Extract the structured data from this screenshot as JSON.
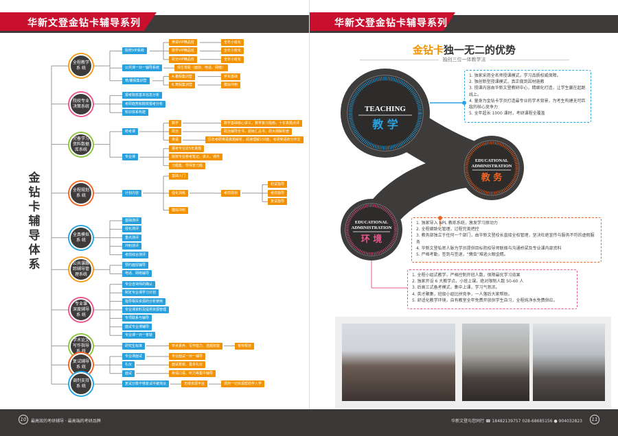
{
  "header": {
    "left_title": "华新文登金钻卡辅导系列",
    "right_title": "华新文登金钻卡辅导系列"
  },
  "left": {
    "vertical_title": "金钻卡辅导体系",
    "systems": [
      {
        "name": "全程教学\n系 统",
        "ring": "#f39c1f",
        "branches": [
          {
            "label": "院校VIP系统",
            "children": [
              {
                "label": "英语VIP精品班",
                "children": [
                  {
                    "label": "全年小班化"
                  }
                ]
              },
              {
                "label": "数学VIP精品班",
                "children": [
                  {
                    "label": "全年小班化"
                  }
                ]
              },
              {
                "label": "政治VIP精品班",
                "children": [
                  {
                    "label": "全年小班化"
                  }
                ]
              }
            ]
          },
          {
            "label": "公共课一对一辅导系统",
            "children": [
              {
                "label": "师生零距（面授、电话、网络）"
              }
            ]
          },
          {
            "label": "寒/暑假集训营",
            "children": [
              {
                "label": "A.暑假集训营",
                "children": [
                  {
                    "label": "夯实基础"
                  }
                ]
              },
              {
                "label": "B.寒假集训营",
                "children": [
                  {
                    "label": "模拟冲刺"
                  }
                ]
              }
            ]
          }
        ]
      },
      {
        "name": "院校专业\n决策系统",
        "ring": "#e8578f",
        "branches": [
          {
            "label": "报考院校基本信息分析"
          },
          {
            "label": "考研趋势和院校报考分析"
          },
          {
            "label": "知识体系构建"
          }
        ]
      },
      {
        "name": "完备学习\n资料数据\n库系统",
        "ring": "#8cc63f",
        "branches": [
          {
            "label": "统考课",
            "children": [
              {
                "label": "数学",
                "children": [
                  {
                    "label": "数学基础核心讲义，数学复习指南，十年真题点评"
                  }
                ]
              },
              {
                "label": "政治",
                "children": [
                  {
                    "label": "政治辅导全书，超级汇总书，政大纲解析册"
                  }
                ]
              },
              {
                "label": "英语",
                "children": [
                  {
                    "label": "历年考研英语真题解析，阅读理解150篇，考研英语高分作文"
                  }
                ]
              }
            ]
          },
          {
            "label": "专业课",
            "children": [
              {
                "label": "报考专业近5年真题"
              },
              {
                "label": "院校专业参考笔记、讲义、课件"
              },
              {
                "label": "习题集、导师复习题"
              }
            ]
          }
        ]
      },
      {
        "name": "全程规划\n系 统",
        "ring": "#f26522",
        "branches": [
          {
            "label": "计划内容",
            "children": [
              {
                "label": "基础入门"
              },
              {
                "label": "强化训练",
                "children": [
                  {
                    "label": "考前规划",
                    "children": [
                      {
                        "label": "初试指导"
                      },
                      {
                        "label": "考前指导"
                      },
                      {
                        "label": "复试指导"
                      }
                    ]
                  }
                ]
              },
              {
                "label": "模拟冲刺"
              }
            ]
          }
        ]
      },
      {
        "name": "全真模拟\n系 统",
        "ring": "#29a3e0",
        "branches": [
          {
            "label": "基础测评"
          },
          {
            "label": "强化测评"
          },
          {
            "label": "重点测评"
          },
          {
            "label": "冲刺测评"
          },
          {
            "label": "考前综合测评"
          }
        ]
      },
      {
        "name": "公共课跟\n踪辅导管\n理系统",
        "ring": "#f39c1f",
        "branches": [
          {
            "label": "预约面授辅导"
          },
          {
            "label": "电话、网络辅导"
          }
        ]
      },
      {
        "name": "专业课\n深度辅导\n系 统",
        "ring": "#e8578f",
        "branches": [
          {
            "label": "专业咨询师的确认"
          },
          {
            "label": "制定专业课学习计划"
          },
          {
            "label": "指导相关资源的分析使用"
          },
          {
            "label": "专业课资料及提供资源管理"
          },
          {
            "label": "专项联系与辅导"
          },
          {
            "label": "面试专业课辅导"
          },
          {
            "label": "专业课一对一答疑"
          }
        ]
      },
      {
        "name": "学术论文\n写作指导\n系 统",
        "ring": "#8cc63f",
        "branches": [
          {
            "label": "研究生标准",
            "children": [
              {
                "label": "学术素养、写作能力、选题技能",
                "children": [
                  {
                    "label": "答辩规划"
                  }
                ]
              }
            ]
          }
        ]
      },
      {
        "name": "复试辅导\n系 统",
        "ring": "#f26522",
        "branches": [
          {
            "label": "专业课面试",
            "children": [
              {
                "label": "专业面试一对一辅导"
              }
            ]
          },
          {
            "label": "礼仪",
            "children": [
              {
                "label": "面试着装、基本礼仪"
              }
            ]
          },
          {
            "label": "面试",
            "children": [
              {
                "label": "英语口语、听力等集中辅导"
              }
            ]
          }
        ]
      },
      {
        "name": "调剂支持\n系 统",
        "ring": "#29a3e0",
        "branches": [
          {
            "label": "复试分数不够复试中被淘汰",
            "children": [
              {
                "label": "无缝资源平台",
                "children": [
                  {
                    "label": "调剂一切资源帮助学人学"
                  }
                ]
              }
            ]
          }
        ]
      }
    ]
  },
  "right": {
    "title_accent": "金钻卡",
    "title_rest": "独一无二的优势",
    "subtitle": "独创三位一体教学法",
    "circles": [
      {
        "en": "TEACHING",
        "zh": "教 学",
        "color": "#29a3e0"
      },
      {
        "en": "EDUCATIONAL ADMINISTRATION",
        "zh": "教 务",
        "color": "#f26522"
      },
      {
        "en": "EDUCATIONAL ADMINISTRATION",
        "zh": "环 境",
        "color": "#e8578f"
      }
    ],
    "boxes": [
      {
        "color": "#29a3e0",
        "items": [
          "1. 独家采用全名师授课模式，学习品质权威保障。",
          "2. 独创新型授课模式，真正做到因材施教",
          "3. 授课内容由华新文登教研中心，精细化打造，让学生赢在起跑线上。",
          "4. 量身为金钻卡学员打造最专业的学术背景，为考生构建无可匹敌的核心竞争力",
          "5. 全年超长 1000 课时，考研课程全覆盖"
        ]
      },
      {
        "color": "#f26522",
        "items": [
          "1. 独家导入 NPL 教练系统，激发学习原动力",
          "2. 全程细致化管理，过程完美把控",
          "3. 教务部独立于任何一个部门，由华新文登校长直接全权管理，坚决杜绝宣传与服务不符的虚假服务",
          "4. 华新文登私密人脉为学员提供目标院校导师联络与沟通桥梁及专业课内部资料",
          "5. 严格考勤，签到与签退，“懒虫”难逃火眼金睛。"
        ]
      },
      {
        "color": "#e8578f",
        "items": [
          "1. 全程小组式教学，严格控制开班人数，保障最优学习效果",
          "2. 独家开设 6 大教学点，小班上课，绝对限制人数 50-60 人",
          "3. 后高三式备考模式，集中上课，学习气氛浓。",
          "4. 英才聚集，班级小组比拼竞争，一人落后大家帮助。",
          "5. 舒适化教学环境，自有教室全年免费开放供学生自习，全程纯净水免费供应。"
        ]
      }
    ]
  },
  "footer": {
    "left_page": "10",
    "left_slogan": "最高效的考研辅导 · 最高端的考研品牌",
    "right_text": "华新文登与您同行",
    "phone1": "18482139757",
    "phone2": "028-68685156",
    "qq": "904032823",
    "right_page": "11"
  }
}
